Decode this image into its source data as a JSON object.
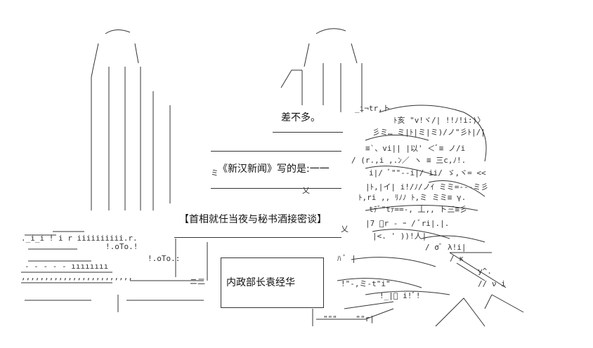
{
  "bubbles": {
    "b1": "差不多。",
    "b2": "《新汉新闻》写的是:一一",
    "b3": "【首相就任当夜与秘书酒接密谈】",
    "b4": "内政部长袁经华"
  }
}
